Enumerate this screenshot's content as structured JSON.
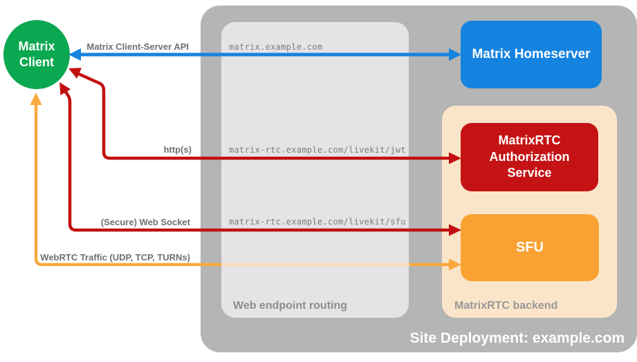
{
  "client": {
    "label": "Matrix\nClient",
    "color": "#0aa850"
  },
  "deployment": {
    "title": "Site Deployment: example.com",
    "color": "#b5b5b5",
    "routing": {
      "label": "Web endpoint routing",
      "color": "#e4e4e4",
      "endpoints": [
        "matrix.example.com",
        "matrix-rtc.example.com/livekit/jwt",
        "matrix-rtc.example.com/livekit/sfu"
      ]
    },
    "backend": {
      "label": "MatrixRTC backend",
      "color": "#fbe5c9"
    },
    "nodes": {
      "homeserver": {
        "label": "Matrix Homeserver",
        "color": "#1583e0"
      },
      "auth": {
        "label": "MatrixRTC Authorization Service",
        "color": "#c51315"
      },
      "sfu": {
        "label": "SFU",
        "color": "#f9a232"
      }
    }
  },
  "connections": [
    {
      "label": "Matrix Client-Server API",
      "from": "Matrix Client",
      "to": "Matrix Homeserver",
      "color": "#1583e0",
      "bidirectional": true
    },
    {
      "label": "http(s)",
      "from": "Matrix Client",
      "to": "MatrixRTC Authorization Service",
      "color": "#c21010",
      "bidirectional": true
    },
    {
      "label": "(Secure) Web Socket",
      "from": "Matrix Client",
      "to": "SFU",
      "color": "#c21010",
      "bidirectional": true
    },
    {
      "label": "WebRTC Traffic (UDP, TCP, TURNs)",
      "from": "Matrix Client",
      "to": "SFU",
      "color": "#f9a93e",
      "bidirectional": true
    }
  ]
}
